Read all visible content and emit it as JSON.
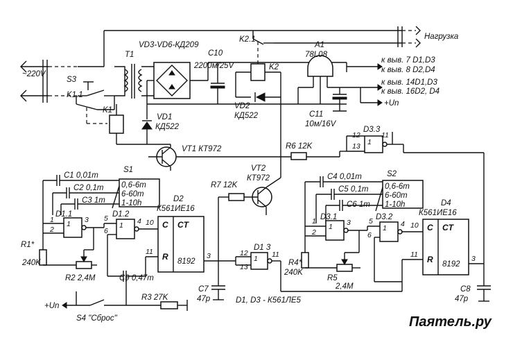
{
  "labels": {
    "mains": "~220V",
    "load": "Нагрузка",
    "t1": "T1",
    "diodes_vd3_vd6": "VD3-VD6-КД209",
    "s3": "S3",
    "k1_1": "K1.1",
    "k2_1": "K2.1",
    "k2": "K2",
    "a1": "A1",
    "a1_type": "78L08",
    "c10": "C10",
    "c10_val": "2200м/25V",
    "vd2": "VD2",
    "vd2_type": "КД522",
    "c11": "C11",
    "c11_val": "10м/16V",
    "k1": "K1",
    "vd1": "VD1",
    "vd1_type": "КД522",
    "vt1": "VT1 КТ972",
    "r6": "R6 12K",
    "vt2": "VT2",
    "vt2_type": "КТ972",
    "r7": "R7 12K",
    "out1": "к выв. 7 D1,D3",
    "out2": "к выв. 8 D2,D4",
    "out3": "к выв. 14D1,D3",
    "out4": "к выв. 16D2, D4",
    "out5": "+Un",
    "d33": "D3.3",
    "s1": "S1",
    "s2": "S2",
    "c1": "C1 0,01m",
    "c2": "C2 0,1m",
    "c3": "C3 1m",
    "c4": "C4 0,01m",
    "c5": "C5 0,1m",
    "c6": "C6 1m",
    "range1a": "0,6-6m",
    "range1b": "6-60m",
    "range1c": "1-10h",
    "range2a": "0,6-6m",
    "range2b": "6-60m",
    "range2c": "1-10h",
    "d11": "D1.1",
    "d12": "D1.2",
    "d13": "D1 3",
    "d31": "D3.1",
    "d32": "D3.2",
    "d2": "D2",
    "d4": "D4",
    "ic_type_1": "К561ИЕ16",
    "ic_type_2": "К561ИЕ16",
    "r1": "R1*",
    "r1_val": "240K",
    "r2": "R2  2,4M",
    "r4": "R4*",
    "r4_val": "240K",
    "r5": "R5",
    "r5_val": "2,4M",
    "c9": "C9  0,47m",
    "c7": "C7",
    "c7_val": "47p",
    "c8": "C8",
    "c8_val": "47p",
    "r3": "R3 27K",
    "s4": "S4 \"Сброс\"",
    "vcc": "+Un",
    "logic_note": "D1, D3 - К561ЛЕ5",
    "ct": "CT",
    "c_pin": "C",
    "r_pin": "R",
    "q": "8192",
    "watermark": "Паятель.ру"
  }
}
